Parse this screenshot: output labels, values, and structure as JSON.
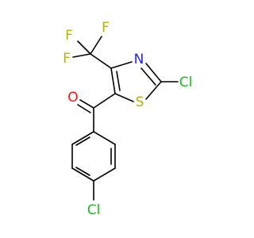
{
  "molecule": {
    "atoms": [
      {
        "id": "F1",
        "label": "F",
        "color": "#b3b300"
      },
      {
        "id": "F2",
        "label": "F",
        "color": "#b3b300"
      },
      {
        "id": "F3",
        "label": "F",
        "color": "#b3b300"
      },
      {
        "id": "N",
        "label": "N",
        "color": "#2020ff"
      },
      {
        "id": "Cl_thiazole",
        "label": "Cl",
        "color": "#1fb81f"
      },
      {
        "id": "O",
        "label": "O",
        "color": "#ff0d0d"
      },
      {
        "id": "S",
        "label": "S",
        "color": "#b3b300"
      },
      {
        "id": "Cl_phenyl",
        "label": "Cl",
        "color": "#1fb81f"
      }
    ],
    "bond_color": "#000000"
  }
}
